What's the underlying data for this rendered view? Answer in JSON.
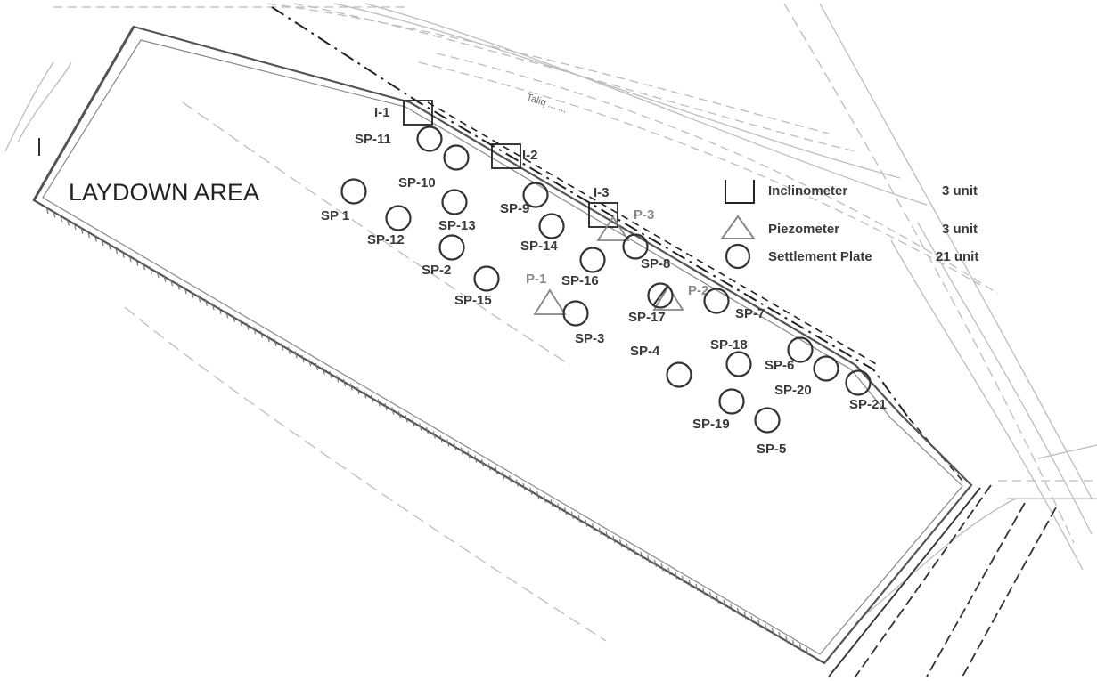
{
  "area_label": "LAYDOWN AREA",
  "road_note": "Taliq ... ...",
  "inclinometers": [
    {
      "label": "I-1"
    },
    {
      "label": "I-2"
    },
    {
      "label": "I-3"
    }
  ],
  "piezometers": [
    {
      "label": "P-1"
    },
    {
      "label": "P-2"
    },
    {
      "label": "P-3"
    }
  ],
  "settlement_plates": [
    {
      "label": "SP-11"
    },
    {
      "label": "SP-10"
    },
    {
      "label": "SP 1"
    },
    {
      "label": "SP-12"
    },
    {
      "label": "SP-13"
    },
    {
      "label": "SP-2"
    },
    {
      "label": "SP-15"
    },
    {
      "label": "SP-9"
    },
    {
      "label": "SP-14"
    },
    {
      "label": "SP-16"
    },
    {
      "label": "SP-3"
    },
    {
      "label": "SP-8"
    },
    {
      "label": "SP-17"
    },
    {
      "label": "SP-7"
    },
    {
      "label": "SP-4"
    },
    {
      "label": "SP-18"
    },
    {
      "label": "SP-6"
    },
    {
      "label": "SP-20"
    },
    {
      "label": "SP-21"
    },
    {
      "label": "SP-19"
    },
    {
      "label": "SP-5"
    }
  ],
  "legend": {
    "inclinometer": {
      "label": "Inclinometer",
      "count": "3 unit"
    },
    "piezometer": {
      "label": "Piezometer",
      "count": "3 unit"
    },
    "settlement": {
      "label": "Settlement Plate",
      "count": "21 unit"
    }
  },
  "colors": {
    "ink": "#333333",
    "gray_ink": "#8a8a8a",
    "boundary": "#555555",
    "road_lines": "#bbbbbb"
  }
}
